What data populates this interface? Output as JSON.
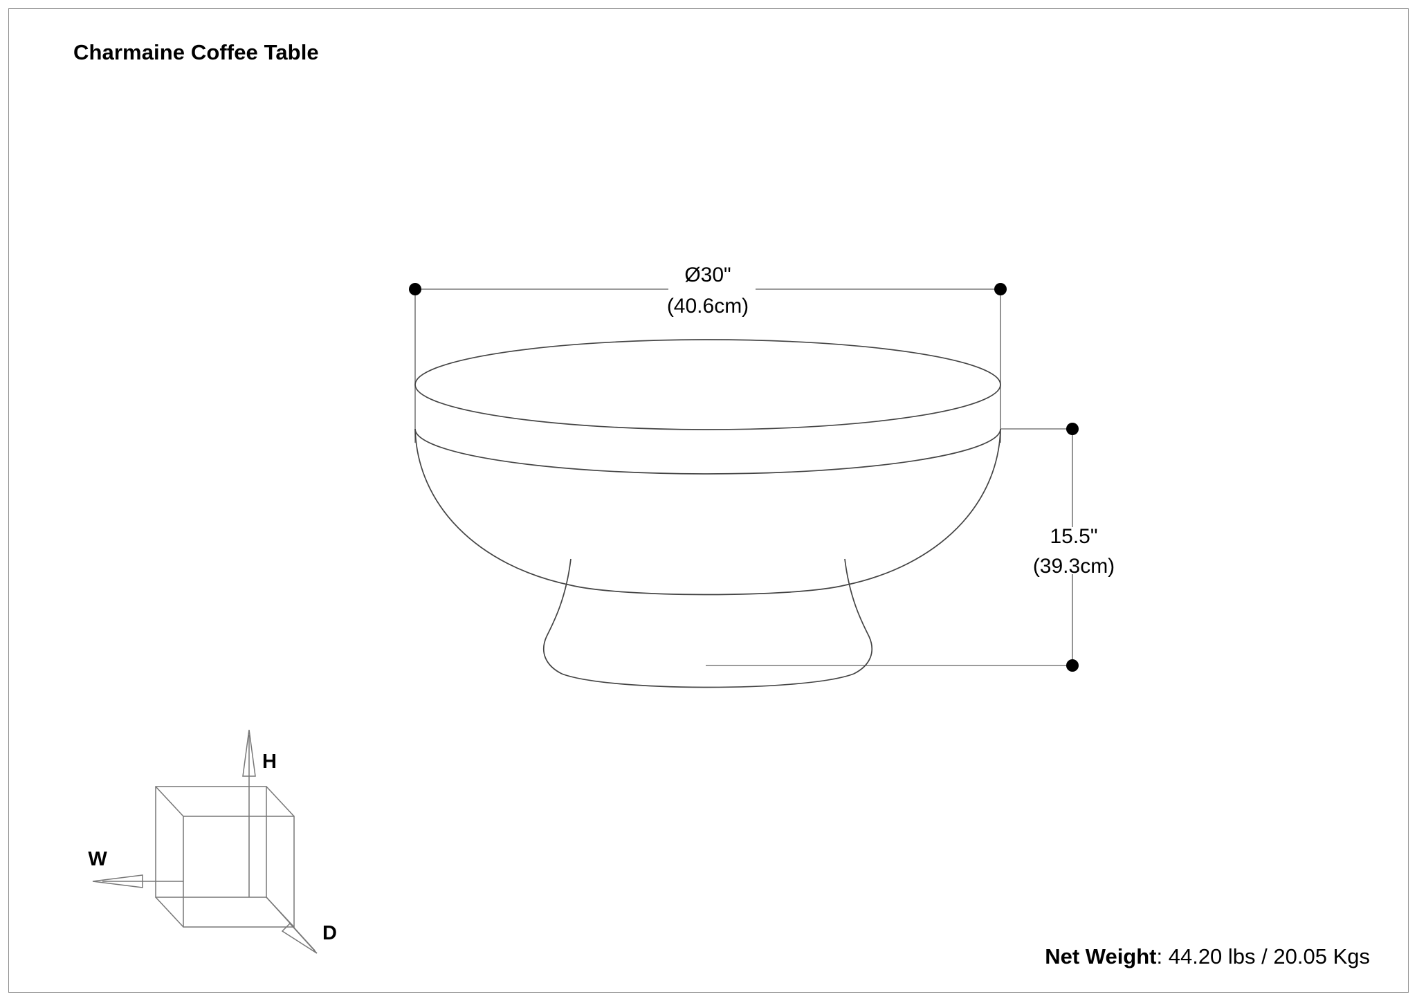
{
  "sheet": {
    "title": "Charmaine Coffee Table",
    "border_color": "#8c8c8c",
    "background": "#ffffff"
  },
  "product_drawing": {
    "view": "front elevation, bowl-shaped round coffee table on flared pedestal base",
    "line_color": "#444444",
    "outline_only": true
  },
  "dimensions": {
    "width": {
      "name": "diameter",
      "imperial": "Ø30\"",
      "metric": "(40.6cm)",
      "orientation": "horizontal",
      "marker": "dot"
    },
    "height": {
      "name": "height",
      "imperial": "15.5\"",
      "metric": "(39.3cm)",
      "orientation": "vertical",
      "marker": "dot"
    },
    "dim_line_color": "#7a7a7a",
    "dot_color": "#000000"
  },
  "axis_indicator": {
    "height_label": "H",
    "width_label": "W",
    "depth_label": "D",
    "cube_color": "#777777",
    "arrow_color": "#777777"
  },
  "footer": {
    "net_weight_label": "Net Weight",
    "net_weight_value": ": 44.20 lbs / 20.05 Kgs"
  }
}
